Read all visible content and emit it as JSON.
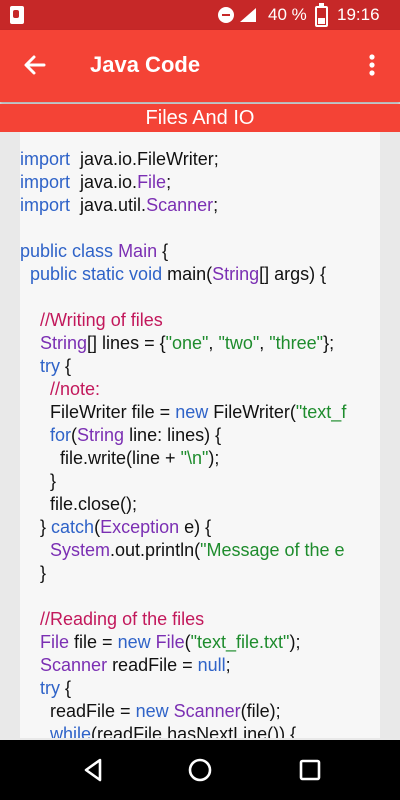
{
  "status": {
    "battery": "40 %",
    "time": "19:16"
  },
  "appbar": {
    "title": "Java Code"
  },
  "section": {
    "title": "Files And IO"
  },
  "colors": {
    "accent": "#f44336",
    "statusbar": "#c62828",
    "keyword": "#2f63c8",
    "type": "#7b2fb3",
    "string": "#1e8c2d",
    "comment": "#c2185b"
  },
  "code": {
    "lines": [
      [
        [
          "kw",
          "import"
        ],
        [
          "",
          "  java.io.FileWriter;"
        ]
      ],
      [
        [
          "kw",
          "import"
        ],
        [
          "",
          "  java.io."
        ],
        [
          "ty",
          "File"
        ],
        [
          "",
          ";"
        ]
      ],
      [
        [
          "kw",
          "import"
        ],
        [
          "",
          "  java.util."
        ],
        [
          "ty",
          "Scanner"
        ],
        [
          "",
          ";"
        ]
      ],
      [],
      [
        [
          "kw",
          "public class"
        ],
        [
          "",
          " "
        ],
        [
          "ty",
          "Main"
        ],
        [
          "",
          " {"
        ]
      ],
      [
        [
          "",
          "  "
        ],
        [
          "kw",
          "public static void"
        ],
        [
          "",
          " main("
        ],
        [
          "ty",
          "String"
        ],
        [
          "",
          "[] args) {"
        ]
      ],
      [],
      [
        [
          "",
          "    "
        ],
        [
          "cm",
          "//Writing of files"
        ]
      ],
      [
        [
          "",
          "    "
        ],
        [
          "ty",
          "String"
        ],
        [
          "",
          "[] lines = {"
        ],
        [
          "st",
          "\"one\""
        ],
        [
          "",
          ", "
        ],
        [
          "st",
          "\"two\""
        ],
        [
          "",
          ", "
        ],
        [
          "st",
          "\"three\""
        ],
        [
          "",
          "};"
        ]
      ],
      [
        [
          "",
          "    "
        ],
        [
          "kw",
          "try"
        ],
        [
          "",
          " {"
        ]
      ],
      [
        [
          "",
          "      "
        ],
        [
          "cm",
          "//note:"
        ]
      ],
      [
        [
          "",
          "      FileWriter file = "
        ],
        [
          "kw",
          "new"
        ],
        [
          "",
          " FileWriter("
        ],
        [
          "st",
          "\"text_f"
        ]
      ],
      [
        [
          "",
          "      "
        ],
        [
          "kw",
          "for"
        ],
        [
          "",
          "("
        ],
        [
          "ty",
          "String"
        ],
        [
          "",
          " line: lines) {"
        ]
      ],
      [
        [
          "",
          "        file.write(line + "
        ],
        [
          "st",
          "\"\\n\""
        ],
        [
          "",
          ");"
        ]
      ],
      [
        [
          "",
          "      }"
        ]
      ],
      [
        [
          "",
          "      file.close();"
        ]
      ],
      [
        [
          "",
          "    } "
        ],
        [
          "kw",
          "catch"
        ],
        [
          "",
          "("
        ],
        [
          "ty",
          "Exception"
        ],
        [
          "",
          " e) {"
        ]
      ],
      [
        [
          "",
          "      "
        ],
        [
          "ty",
          "System"
        ],
        [
          "",
          ".out.println("
        ],
        [
          "st",
          "\"Message of the e"
        ]
      ],
      [
        [
          "",
          "    }"
        ]
      ],
      [],
      [
        [
          "",
          "    "
        ],
        [
          "cm",
          "//Reading of the files"
        ]
      ],
      [
        [
          "",
          "    "
        ],
        [
          "ty",
          "File"
        ],
        [
          "",
          " file = "
        ],
        [
          "kw",
          "new"
        ],
        [
          "",
          " "
        ],
        [
          "ty",
          "File"
        ],
        [
          "",
          "("
        ],
        [
          "st",
          "\"text_file.txt\""
        ],
        [
          "",
          ");"
        ]
      ],
      [
        [
          "",
          "    "
        ],
        [
          "ty",
          "Scanner"
        ],
        [
          "",
          " readFile = "
        ],
        [
          "kw",
          "null"
        ],
        [
          "",
          ";"
        ]
      ],
      [
        [
          "",
          "    "
        ],
        [
          "kw",
          "try"
        ],
        [
          "",
          " {"
        ]
      ],
      [
        [
          "",
          "      readFile = "
        ],
        [
          "kw",
          "new"
        ],
        [
          "",
          " "
        ],
        [
          "ty",
          "Scanner"
        ],
        [
          "",
          "(file);"
        ]
      ],
      [
        [
          "",
          "      "
        ],
        [
          "kw",
          "while"
        ],
        [
          "",
          "(readFile.hasNextLine()) {"
        ]
      ]
    ]
  }
}
